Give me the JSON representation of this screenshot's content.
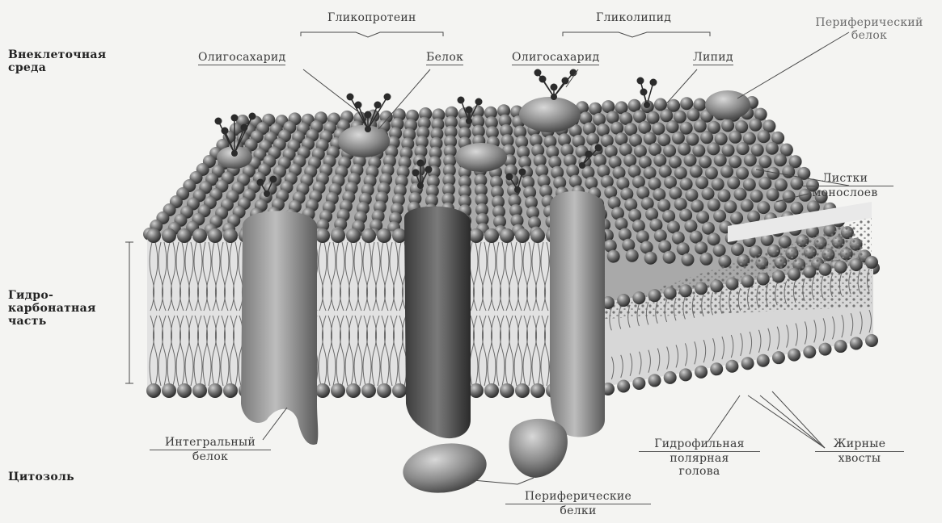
{
  "labels": {
    "extracellular": "Внеклеточная среда",
    "glycoprotein": "Гликопротеин",
    "glycolipid": "Гликолипид",
    "oligosaccharide_left": "Олигосахарид",
    "protein": "Белок",
    "oligosaccharide_right": "Олигосахарид",
    "lipid": "Липид",
    "peripheral_top": [
      "Периферический",
      "белок"
    ],
    "leaflets": [
      "Листки",
      "монослоев"
    ],
    "hydrocarbon": [
      "Гидро-",
      "карбонатная",
      "часть"
    ],
    "integral": [
      "Интегральный",
      "белок"
    ],
    "cytosol": "Цитозоль",
    "hydrophilic": [
      "Гидрофильная",
      "полярная",
      "голова"
    ],
    "fatty_tails": [
      "Жирные",
      "хвосты"
    ],
    "peripheral_bottom": [
      "Периферические",
      "белки"
    ]
  }
}
